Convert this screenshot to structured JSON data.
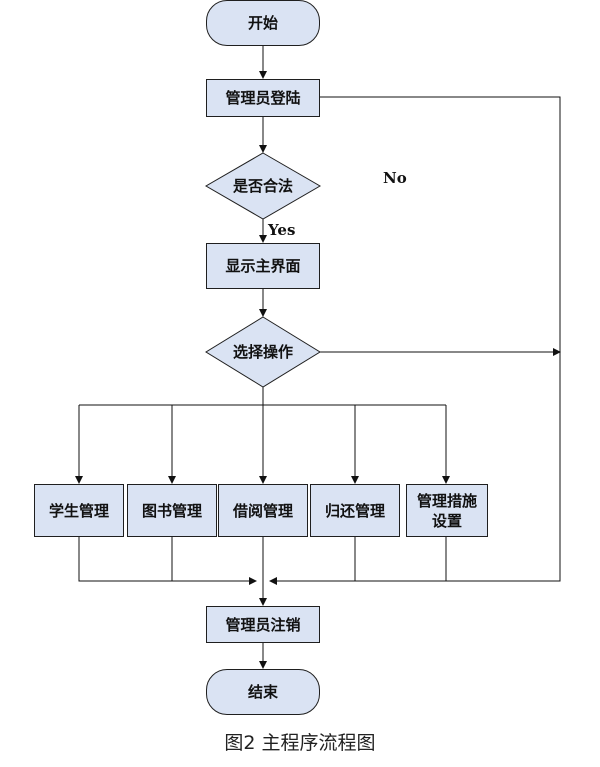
{
  "nodes": {
    "start": "开始",
    "login": "管理员登陆",
    "legal": "是否合法",
    "main_ui": "显示主界面",
    "select": "选择操作",
    "student": "学生管理",
    "book": "图书管理",
    "borrow": "借阅管理",
    "return": "归还管理",
    "measures": "管理措施设置",
    "logout": "管理员注销",
    "end": "结束"
  },
  "labels": {
    "yes": "Yes",
    "no": "No"
  },
  "caption": "图2  主程序流程图",
  "colors": {
    "box_fill": "#dae3f3",
    "stroke": "#1f1f1f"
  }
}
